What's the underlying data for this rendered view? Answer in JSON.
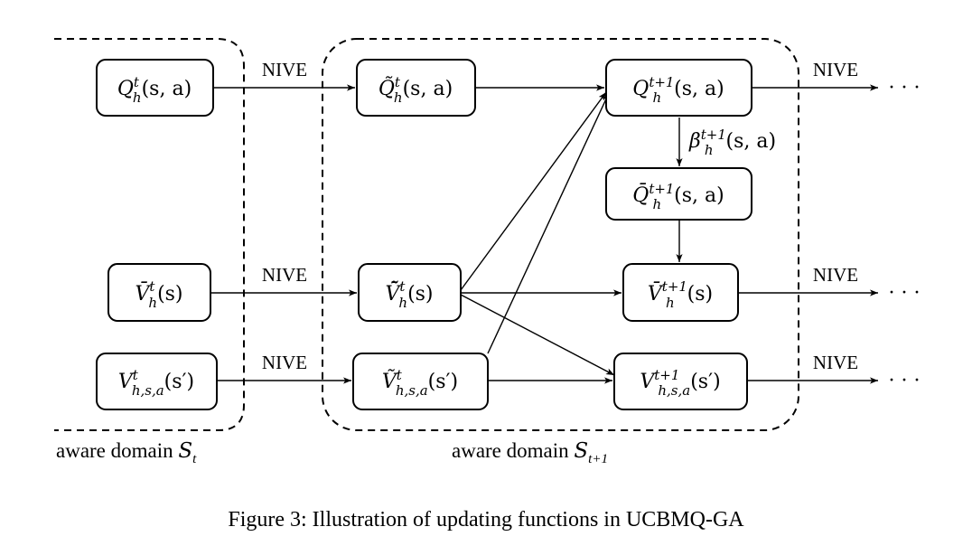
{
  "edge_labels": {
    "nive": "NIVE",
    "beta_base": "β",
    "beta_sub": "h",
    "beta_sup": "t+1",
    "beta_args": "(s, a)"
  },
  "ellipsis": "· · ·",
  "domains": {
    "left": {
      "text": "aware domain ",
      "sym": "S",
      "sub": "t"
    },
    "right": {
      "text": "aware domain ",
      "sym": "S",
      "sub": "t+1"
    }
  },
  "nodes": {
    "q_t": {
      "base": "Q",
      "sup": "t",
      "sub": "h",
      "args": "(s, a)"
    },
    "q_tilde": {
      "base": "Q̃",
      "sup": "t",
      "sub": "h",
      "args": "(s, a)"
    },
    "q_next": {
      "base": "Q",
      "sup": "t+1",
      "sub": "h",
      "args": "(s, a)"
    },
    "qbar_next": {
      "base": "Q̄",
      "sup": "t+1",
      "sub": "h",
      "args": "(s, a)"
    },
    "vbar_t": {
      "base": "V̄",
      "sup": "t",
      "sub": "h",
      "args": "(s)"
    },
    "vbar_tilde": {
      "base": "V̄̃",
      "sup": "t",
      "sub": "h",
      "args": "(s)"
    },
    "vbar_next": {
      "base": "V̄",
      "sup": "t+1",
      "sub": "h",
      "args": "(s)"
    },
    "v_t": {
      "base": "V",
      "sup": "t",
      "sub": "h,s,a",
      "args": "(s′)"
    },
    "v_tilde": {
      "base": "Ṽ",
      "sup": "t",
      "sub": "h,s,a",
      "args": "(s′)"
    },
    "v_next": {
      "base": "V",
      "sup": "t+1",
      "sub": "h,s,a",
      "args": "(s′)"
    }
  },
  "caption": "Figure 3: Illustration of updating functions in UCBMQ-GA"
}
